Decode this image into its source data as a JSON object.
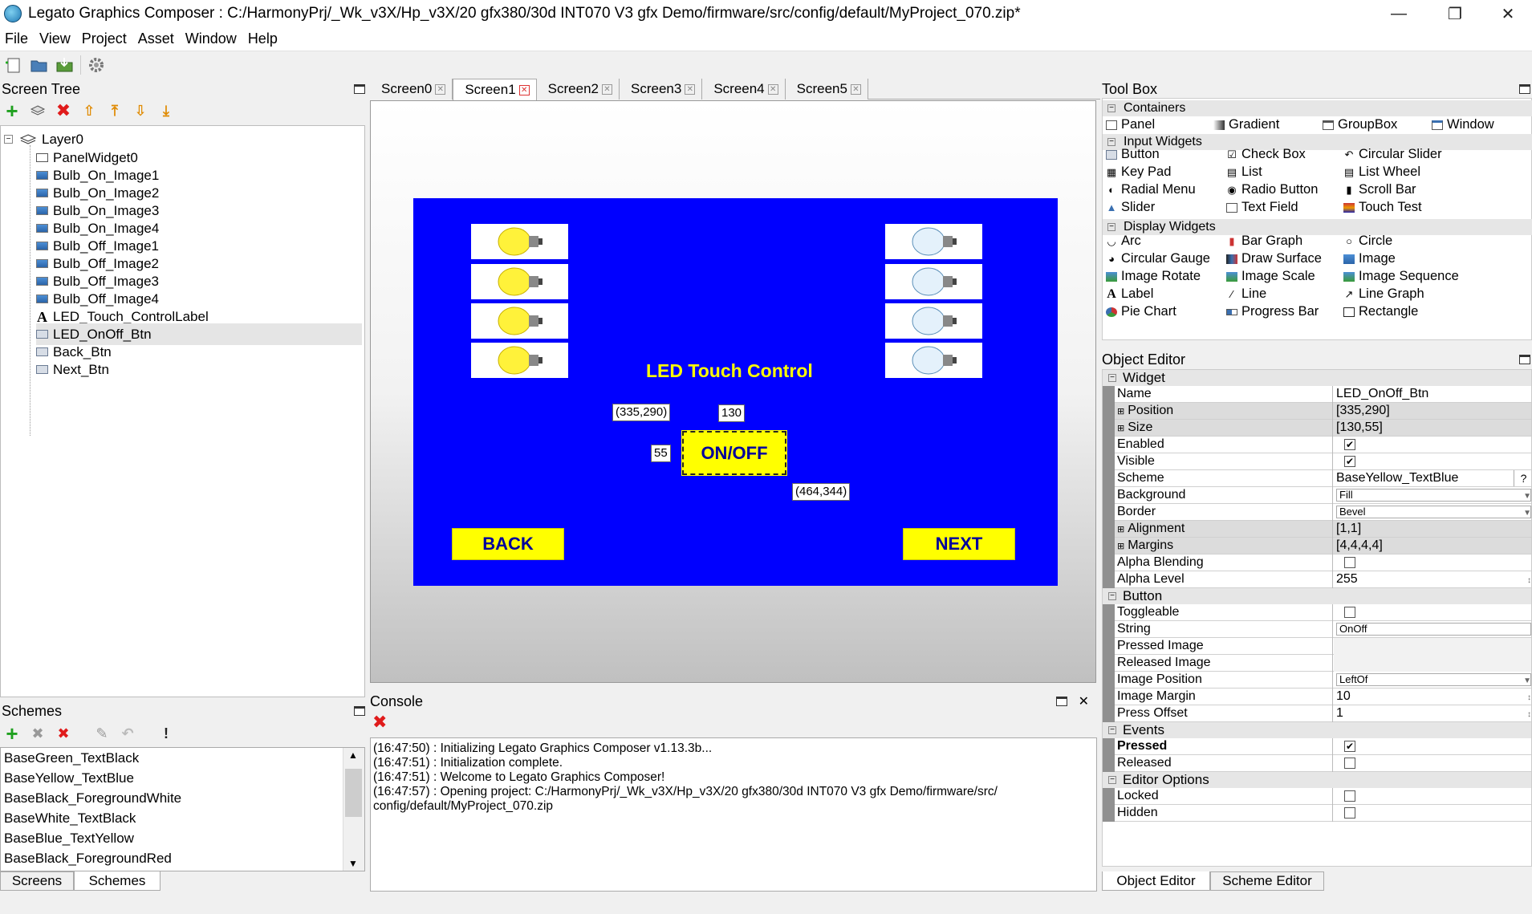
{
  "window": {
    "title": "Legato Graphics Composer : C:/HarmonyPrj/_Wk_v3X/Hp_v3X/20 gfx380/30d INT070 V3 gfx Demo/firmware/src/config/default/MyProject_070.zip*"
  },
  "menu": [
    "File",
    "View",
    "Project",
    "Asset",
    "Window",
    "Help"
  ],
  "screen_tree": {
    "title": "Screen Tree",
    "layer": "Layer0",
    "items": [
      "PanelWidget0",
      "Bulb_On_Image1",
      "Bulb_On_Image2",
      "Bulb_On_Image3",
      "Bulb_On_Image4",
      "Bulb_Off_Image1",
      "Bulb_Off_Image2",
      "Bulb_Off_Image3",
      "Bulb_Off_Image4",
      "LED_Touch_ControlLabel",
      "LED_OnOff_Btn",
      "Back_Btn",
      "Next_Btn"
    ]
  },
  "tabs": [
    "Screen0",
    "Screen1",
    "Screen2",
    "Screen3",
    "Screen4",
    "Screen5"
  ],
  "designer": {
    "label": "LED Touch Control",
    "onoff": "ON/OFF",
    "back": "BACK",
    "next": "NEXT",
    "coord_tl": "(335,290)",
    "coord_w": "130",
    "coord_h": "55",
    "coord_br": "(464,344)"
  },
  "schemes": {
    "title": "Schemes",
    "items": [
      "BaseGreen_TextBlack",
      "BaseYellow_TextBlue",
      "BaseBlack_ForegroundWhite",
      "BaseWhite_TextBlack",
      "BaseBlue_TextYellow",
      "BaseBlack_ForegroundRed"
    ],
    "tab_screens": "Screens",
    "tab_schemes": "Schemes"
  },
  "console": {
    "title": "Console",
    "lines": [
      "(16:47:50) : Initializing Legato Graphics Composer v1.13.3b...",
      "(16:47:51) : Initialization complete.",
      "(16:47:51) : Welcome to Legato Graphics Composer!",
      "(16:47:57) : Opening project: C:/HarmonyPrj/_Wk_v3X/Hp_v3X/20 gfx380/30d INT070 V3 gfx Demo/firmware/src/",
      "config/default/MyProject_070.zip"
    ]
  },
  "toolbox": {
    "title": "Tool Box",
    "containers": {
      "label": "Containers",
      "items": [
        "Panel",
        "Gradient",
        "GroupBox",
        "Window"
      ]
    },
    "input": {
      "label": "Input Widgets",
      "items": [
        "Button",
        "Check Box",
        "Circular Slider",
        "Key Pad",
        "List",
        "List Wheel",
        "Radial Menu",
        "Radio Button",
        "Scroll Bar",
        "Slider",
        "Text Field",
        "Touch Test"
      ]
    },
    "display": {
      "label": "Display Widgets",
      "items": [
        "Arc",
        "Bar Graph",
        "Circle",
        "Circular Gauge",
        "Draw Surface",
        "Image",
        "Image Rotate",
        "Image Scale",
        "Image Sequence",
        "Label",
        "Line",
        "Line Graph",
        "Pie Chart",
        "Progress Bar",
        "Rectangle"
      ]
    }
  },
  "object_editor": {
    "title": "Object Editor",
    "cat_widget": "Widget",
    "cat_button": "Button",
    "cat_events": "Events",
    "cat_editor": "Editor Options",
    "name": {
      "k": "Name",
      "v": "LED_OnOff_Btn"
    },
    "position": {
      "k": "Position",
      "v": "[335,290]"
    },
    "size": {
      "k": "Size",
      "v": "[130,55]"
    },
    "enabled": {
      "k": "Enabled"
    },
    "visible": {
      "k": "Visible"
    },
    "scheme": {
      "k": "Scheme",
      "v": "BaseYellow_TextBlue"
    },
    "background": {
      "k": "Background",
      "v": "Fill"
    },
    "border": {
      "k": "Border",
      "v": "Bevel"
    },
    "alignment": {
      "k": "Alignment",
      "v": "[1,1]"
    },
    "margins": {
      "k": "Margins",
      "v": "[4,4,4,4]"
    },
    "alpha_blending": {
      "k": "Alpha Blending"
    },
    "alpha_level": {
      "k": "Alpha Level",
      "v": "255"
    },
    "toggleable": {
      "k": "Toggleable"
    },
    "string": {
      "k": "String",
      "v": "OnOff"
    },
    "pressed_image": {
      "k": "Pressed Image"
    },
    "released_image": {
      "k": "Released Image"
    },
    "image_position": {
      "k": "Image Position",
      "v": "LeftOf"
    },
    "image_margin": {
      "k": "Image Margin",
      "v": "10"
    },
    "press_offset": {
      "k": "Press Offset",
      "v": "1"
    },
    "pressed": {
      "k": "Pressed"
    },
    "released": {
      "k": "Released"
    },
    "locked": {
      "k": "Locked"
    },
    "hidden": {
      "k": "Hidden"
    },
    "tab_object": "Object Editor",
    "tab_scheme": "Scheme Editor"
  }
}
